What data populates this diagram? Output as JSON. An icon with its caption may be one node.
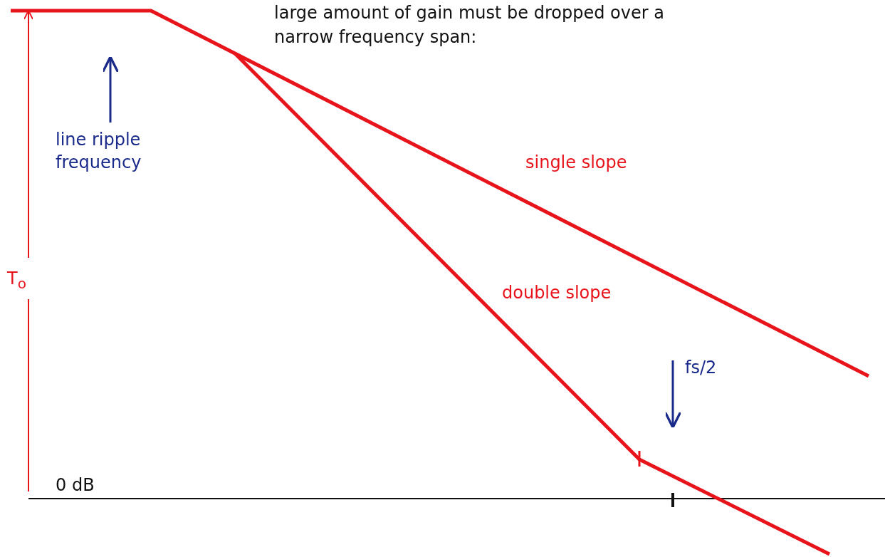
{
  "diagram": {
    "nodes": [
      {
        "text": [
          "line ripple frequency"
        ]
      },
      {
        "text": [
          "fs/2"
        ]
      }
    ],
    "edges": [
      {
        "from": 0,
        "to": null,
        "arrow": "to"
      },
      {
        "from": 1,
        "to": null,
        "arrow": "to"
      }
    ],
    "labels": [
      "large amount of gain must be dropped over a narrow frequency span:",
      "single slope",
      "double slope",
      "T$_{o}$",
      "0 dB"
    ]
  }
}
